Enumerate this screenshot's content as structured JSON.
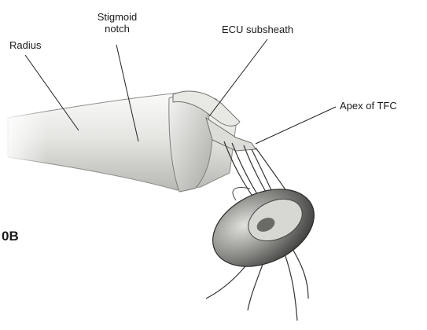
{
  "labels": {
    "radius": "Radius",
    "stigmoid_line1": "Stigmoid",
    "stigmoid_line2": "notch",
    "ecu": "ECU subsheath",
    "apex": "Apex of TFC"
  },
  "figure_label": "0B",
  "colors": {
    "bone_light": "#f3f3f1",
    "bone_mid": "#d9d9d6",
    "bone_dark": "#9a9a96",
    "cup_dark": "#3c3c3a",
    "cup_light": "#cfcfcc",
    "outline": "#555555",
    "leader": "#222222"
  }
}
